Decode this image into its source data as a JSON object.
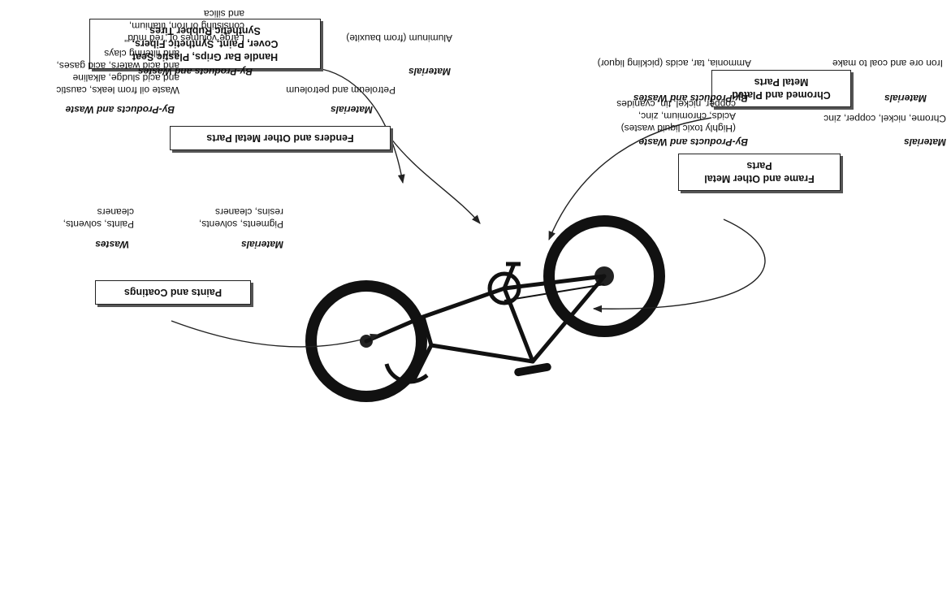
{
  "labels": {
    "materials": "Materials",
    "wastes": "Wastes",
    "byproducts_waste": "By-Products and Waste",
    "byproducts_wastes": "By-Products and Wastes"
  },
  "handlebar": {
    "title": [
      "Handle Bar Grips, Plastic Seat",
      "Cover, Paint, Synthetic Fibers,",
      "Synthetic Rubber Tires"
    ],
    "materials": [
      "Petroleum and petroleum"
    ],
    "byproducts": [
      "Waste oil from leaks, caustic",
      "and acid sludge, alkaline",
      "and acid waters, acid gases,",
      "and filtering clays"
    ]
  },
  "chromed": {
    "title": [
      "Chromed and Plated",
      "Metal Parts"
    ],
    "materials": [
      "Chrome, nickel, copper, zinc"
    ],
    "byproducts": [
      "(Highly toxic liquid wastes)",
      "Acids, chromium, zinc,",
      "copper, nickel, tin, cyanides"
    ]
  },
  "paints": {
    "title": [
      "Paints and Coatings"
    ],
    "materials": [
      "Pigments, solvents,",
      "resins, cleaners"
    ],
    "wastes": [
      "Paints, solvents,",
      "cleaners"
    ]
  },
  "frame": {
    "title": [
      "Frame and Other Metal",
      "Parts"
    ],
    "materials": [
      "Iron ore and coal to make"
    ],
    "byproducts": [
      "Ammonia, tar, acids (pickling liquor)"
    ]
  },
  "fenders": {
    "title": [
      "Fenders and Other Metal Parts"
    ],
    "materials": [
      "Aluminum (from bauxite)"
    ],
    "byproducts": [
      "Large volumes of \"red mud\"",
      "consisting of iron, titanium,",
      "and silica"
    ]
  }
}
